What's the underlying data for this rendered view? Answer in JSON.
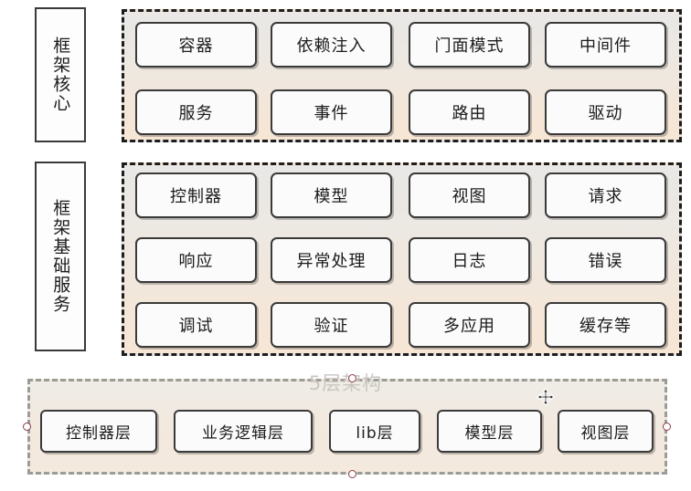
{
  "diagram": {
    "title": "5层架构",
    "sections": [
      {
        "id": "core",
        "side_label": "框架核心",
        "nodes": [
          "容器",
          "依赖注入",
          "门面模式",
          "中间件",
          "服务",
          "事件",
          "路由",
          "驱动"
        ]
      },
      {
        "id": "base",
        "side_label": "框架基础服务",
        "nodes": [
          "控制器",
          "模型",
          "视图",
          "请求",
          "响应",
          "异常处理",
          "日志",
          "错误",
          "调试",
          "验证",
          "多应用",
          "缓存等"
        ]
      },
      {
        "id": "layers",
        "side_label": "",
        "nodes": [
          "控制器层",
          "业务逻辑层",
          "lib层",
          "模型层",
          "视图层"
        ]
      }
    ]
  },
  "selection": {
    "selected_group": "5层架构",
    "cursor": "move-cursor",
    "handle_icon": "resize-handle-icon"
  },
  "colors": {
    "node_border": "#3a3a3a",
    "node_fill": "#fbfbfb",
    "group_border": "#1d1d1d",
    "selected_group_border": "#9b9b97",
    "handle_border": "#8c3b4e",
    "title_text": "#c9c6c1",
    "gradient_top": "#e9e8e6",
    "gradient_bottom": "#f7e6d4"
  }
}
